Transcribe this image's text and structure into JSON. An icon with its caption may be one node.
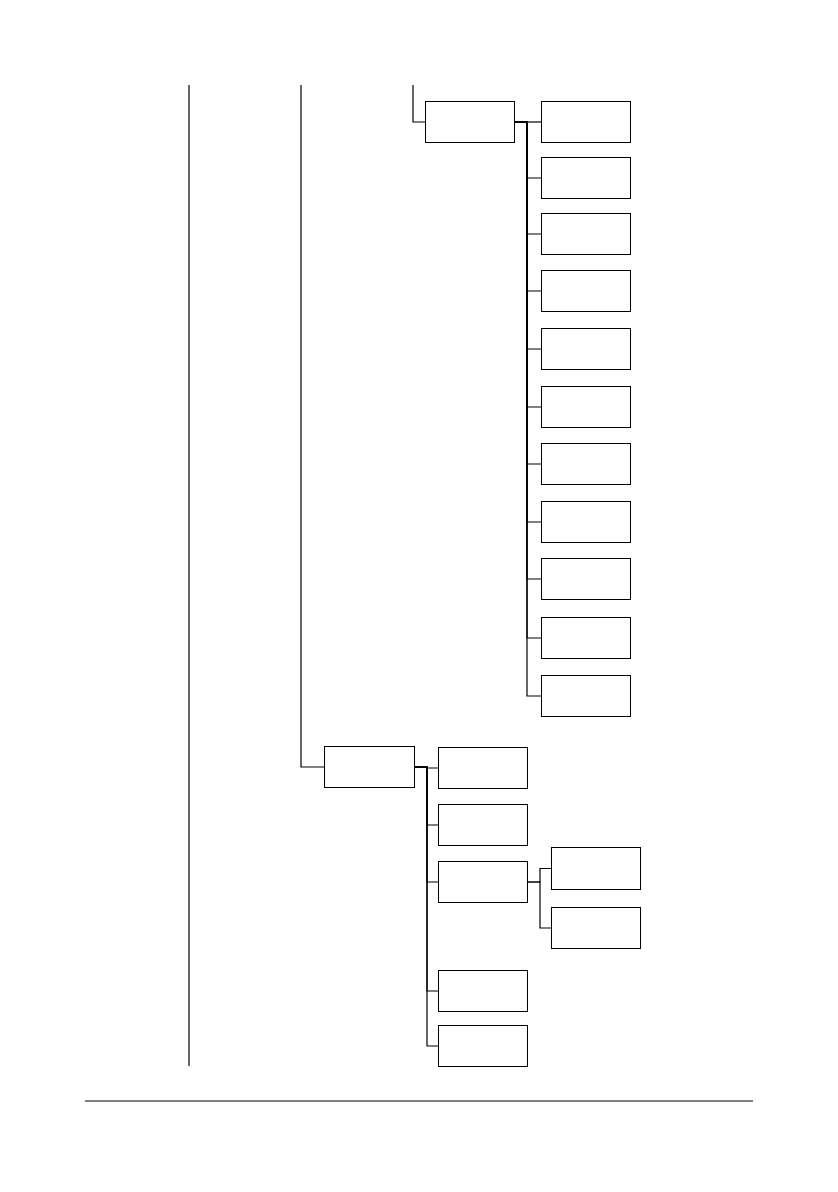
{
  "diagram": {
    "nodes": [
      {
        "text": [],
        "shape": "box"
      },
      {
        "text": [],
        "shape": "box"
      },
      {
        "text": [],
        "shape": "box"
      },
      {
        "text": [],
        "shape": "box"
      },
      {
        "text": [],
        "shape": "box"
      },
      {
        "text": [],
        "shape": "box"
      },
      {
        "text": [],
        "shape": "box"
      },
      {
        "text": [],
        "shape": "box"
      },
      {
        "text": [],
        "shape": "box"
      },
      {
        "text": [],
        "shape": "box"
      },
      {
        "text": [],
        "shape": "box"
      },
      {
        "text": [],
        "shape": "box"
      },
      {
        "text": [],
        "shape": "box"
      },
      {
        "text": [],
        "shape": "box"
      },
      {
        "text": [],
        "shape": "box"
      },
      {
        "text": [],
        "shape": "box"
      },
      {
        "text": [],
        "shape": "box"
      },
      {
        "text": [],
        "shape": "box"
      },
      {
        "text": [],
        "shape": "box"
      },
      {
        "text": [],
        "shape": "box"
      }
    ],
    "edges": [
      {
        "from": null,
        "to": 0,
        "arrow": "none"
      },
      {
        "from": 0,
        "to": 1,
        "arrow": "none"
      },
      {
        "from": 0,
        "to": 2,
        "arrow": "none"
      },
      {
        "from": 0,
        "to": 3,
        "arrow": "none"
      },
      {
        "from": 0,
        "to": 4,
        "arrow": "none"
      },
      {
        "from": 0,
        "to": 5,
        "arrow": "none"
      },
      {
        "from": 0,
        "to": 6,
        "arrow": "none"
      },
      {
        "from": 0,
        "to": 7,
        "arrow": "none"
      },
      {
        "from": 0,
        "to": 8,
        "arrow": "none"
      },
      {
        "from": 0,
        "to": 9,
        "arrow": "none"
      },
      {
        "from": 0,
        "to": 10,
        "arrow": "none"
      },
      {
        "from": 0,
        "to": 11,
        "arrow": "none"
      },
      {
        "from": null,
        "to": 12,
        "arrow": "none"
      },
      {
        "from": 12,
        "to": 13,
        "arrow": "none"
      },
      {
        "from": 12,
        "to": 14,
        "arrow": "none"
      },
      {
        "from": 12,
        "to": 15,
        "arrow": "none"
      },
      {
        "from": 15,
        "to": 16,
        "arrow": "none"
      },
      {
        "from": 15,
        "to": 17,
        "arrow": "none"
      },
      {
        "from": 12,
        "to": 18,
        "arrow": "none"
      },
      {
        "from": 12,
        "to": 19,
        "arrow": "none"
      }
    ]
  }
}
